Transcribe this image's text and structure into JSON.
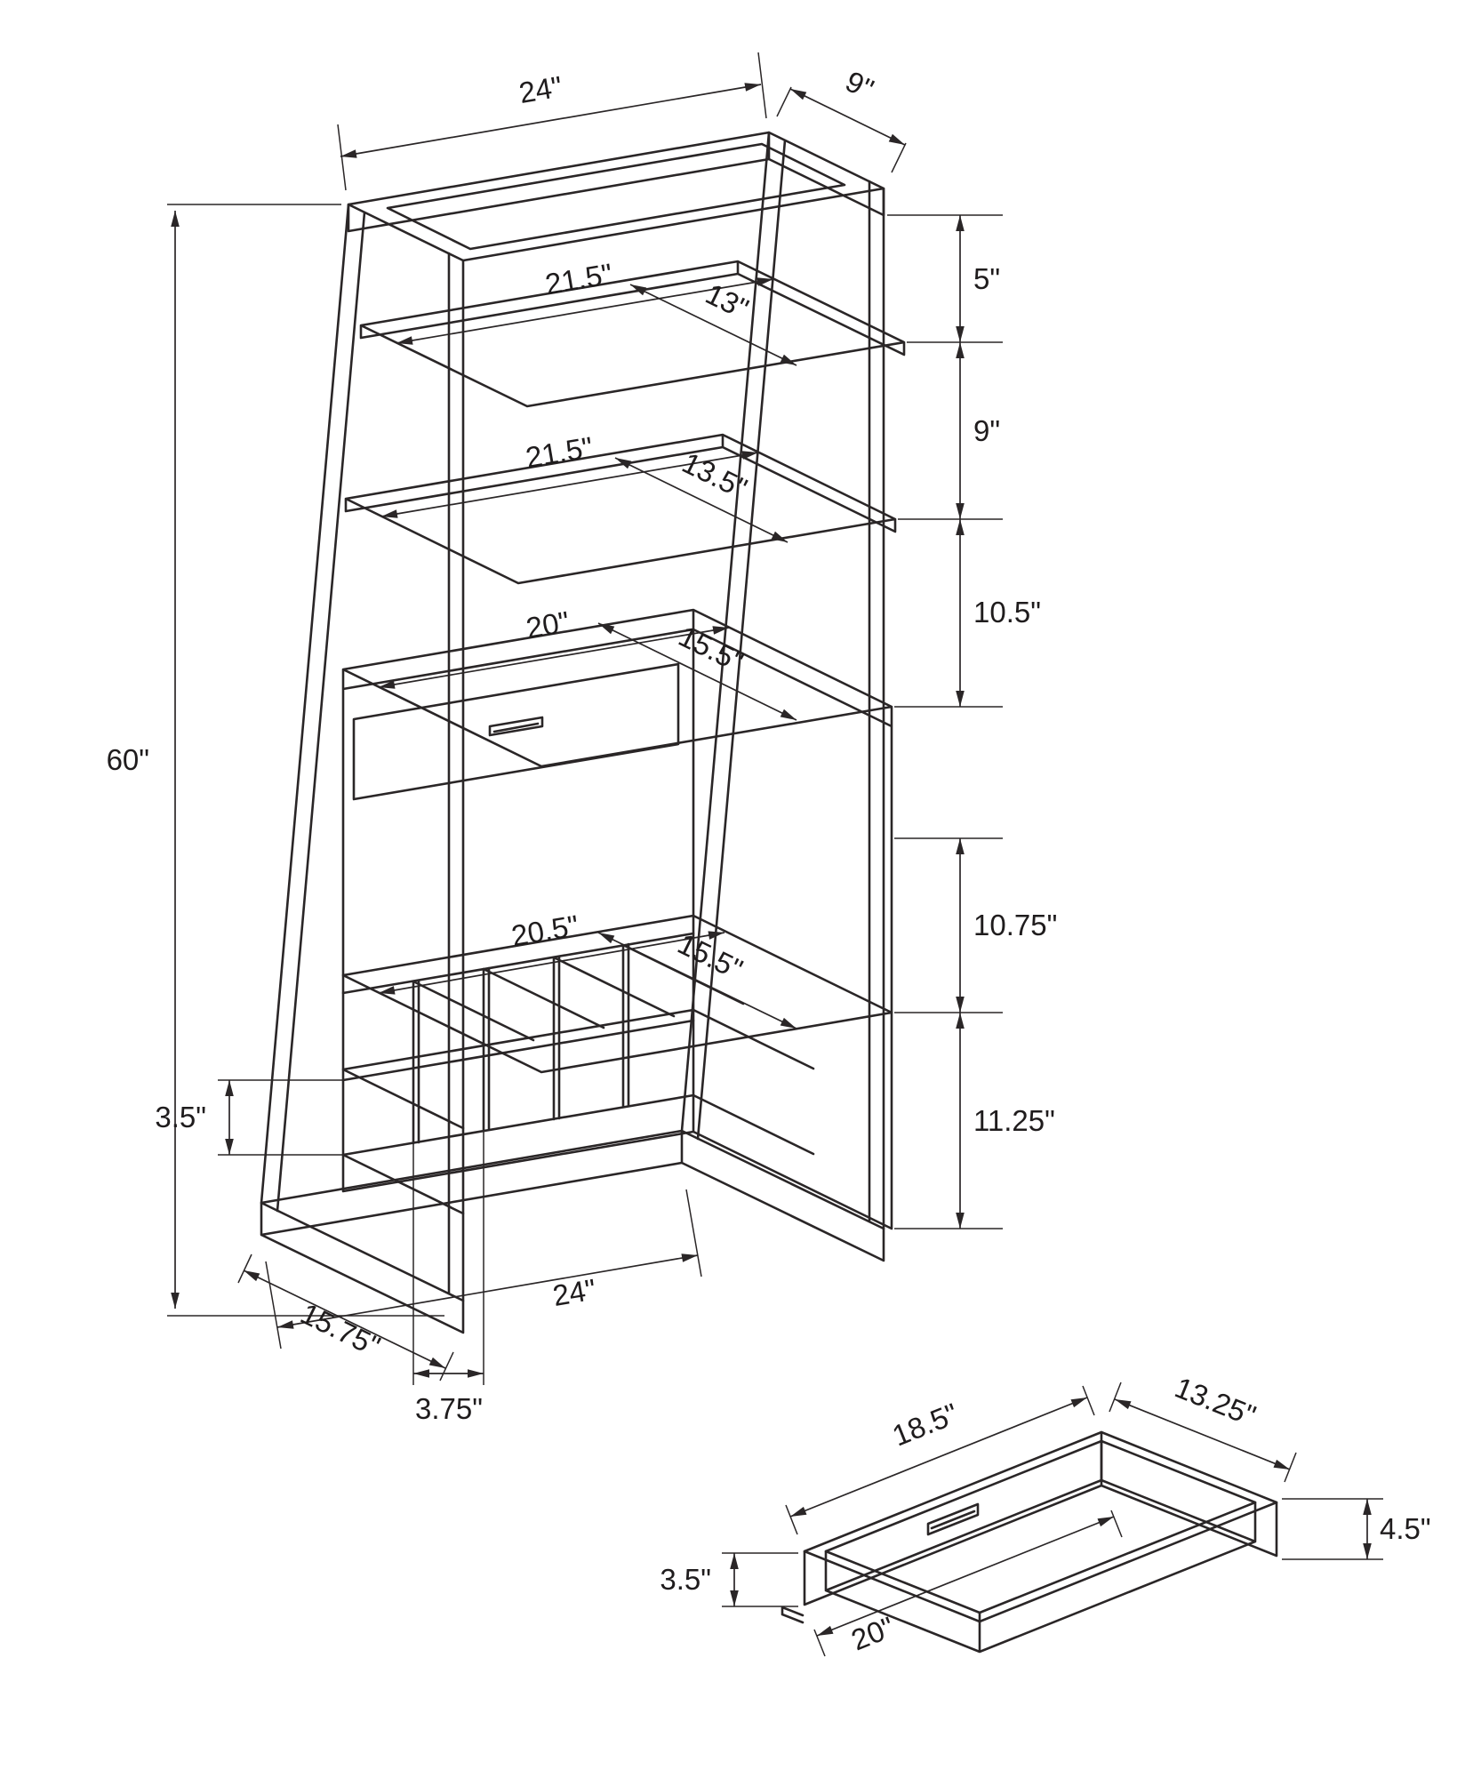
{
  "page": {
    "background": "#ffffff",
    "line_color": "#2a2627"
  },
  "main_view": {
    "dims": {
      "top_width": "24\"",
      "top_depth": "9\"",
      "gap_top_shelf1": "5\"",
      "shelf1_width": "21.5\"",
      "shelf1_depth": "13\"",
      "gap_shelf1_shelf2": "9\"",
      "shelf2_width": "21.5\"",
      "shelf2_depth": "13.5\"",
      "gap_shelf2_cabinet": "10.5\"",
      "cabinet_top_width": "20\"",
      "cabinet_top_depth": "15.5\"",
      "gap_drawer_shelf": "10.75\"",
      "open_shelf_width": "20.5\"",
      "open_shelf_depth": "15.5\"",
      "wine_rack_height": "11.25\"",
      "overall_height": "60\"",
      "cubby_height": "3.5\"",
      "base_depth": "15.75\"",
      "cubby_width": "3.75\"",
      "base_width": "24\""
    }
  },
  "drawer_view": {
    "dims": {
      "inner_width": "18.5\"",
      "depth": "13.25\"",
      "front_height": "3.5\"",
      "side_height": "4.5\"",
      "outer_width": "20\""
    }
  }
}
